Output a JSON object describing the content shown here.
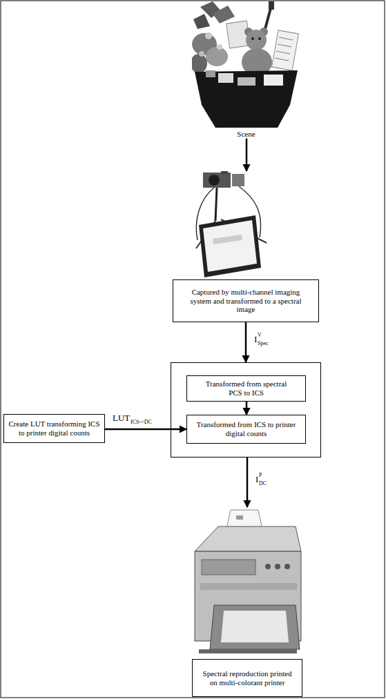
{
  "diagram": {
    "nodes": [
      {
        "text": [
          "Scene"
        ]
      },
      {
        "text": [
          "Captured by multi-channel imaging system and transformed to a spectral image"
        ]
      },
      {
        "text": []
      },
      {
        "text": [
          "Transformed from spectral PCS to ICS"
        ],
        "in": 2
      },
      {
        "text": [
          "Transformed from ICS to printer digital counts"
        ],
        "in": 2
      },
      {
        "text": [
          "Create LUT transforming ICS to printer digital counts"
        ]
      },
      {
        "text": [
          "Spectral reproduction printed on multi-colorant printer"
        ]
      }
    ],
    "edges": [
      {
        "from": 0,
        "to": 1,
        "arrow": "to"
      },
      {
        "from": 1,
        "to": 2,
        "label": "I",
        "arrow": "to"
      },
      {
        "from": 3,
        "to": 4,
        "arrow": "to"
      },
      {
        "from": 5,
        "to": 4,
        "label": "LUT",
        "arrow": "to"
      },
      {
        "from": 2,
        "to": 6,
        "label": "I",
        "arrow": "to"
      }
    ],
    "labels": [
      "V",
      "Spec",
      "ICS->DC",
      "P",
      "DC"
    ]
  }
}
